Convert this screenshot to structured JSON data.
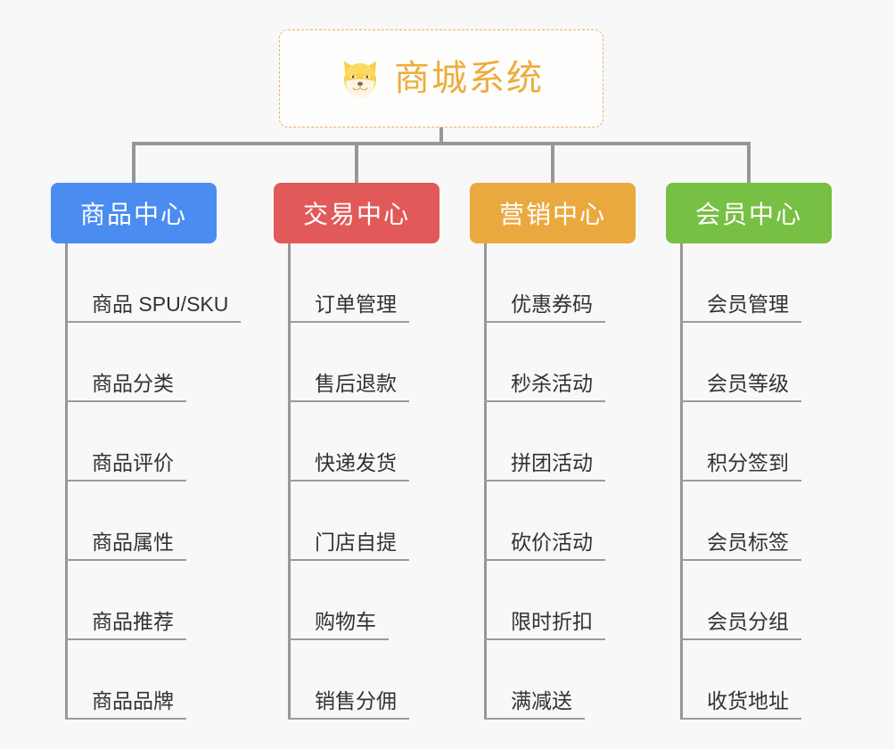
{
  "page": {
    "background_color": "#f8f8f8",
    "connector_color": "#979797"
  },
  "root": {
    "title": "商城系统",
    "icon": "shiba-dog-face-icon",
    "text_color": "#eeac3c",
    "border_color": "#e8b45e",
    "background_color": "#fdfdfc"
  },
  "categories": [
    {
      "label": "商品中心",
      "color": "#4a8cf0",
      "items": [
        "商品 SPU/SKU",
        "商品分类",
        "商品评价",
        "商品属性",
        "商品推荐",
        "商品品牌"
      ]
    },
    {
      "label": "交易中心",
      "color": "#e2595a",
      "items": [
        "订单管理",
        "售后退款",
        "快递发货",
        "门店自提",
        "购物车",
        "销售分佣"
      ]
    },
    {
      "label": "营销中心",
      "color": "#eaa93f",
      "items": [
        "优惠券码",
        "秒杀活动",
        "拼团活动",
        "砍价活动",
        "限时折扣",
        "满减送"
      ]
    },
    {
      "label": "会员中心",
      "color": "#77c043",
      "items": [
        "会员管理",
        "会员等级",
        "积分签到",
        "会员标签",
        "会员分组",
        "收货地址"
      ]
    }
  ]
}
